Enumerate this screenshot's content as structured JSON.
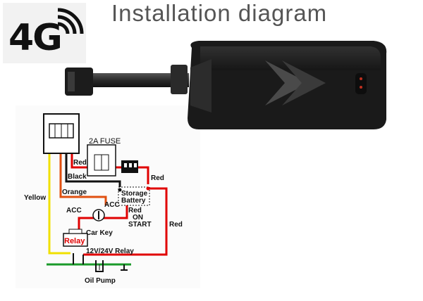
{
  "header": {
    "logo_text": "4G",
    "title": "Installation diagram"
  },
  "diagram": {
    "fuse_label": "2A FUSE",
    "wires": {
      "red_top": "Red",
      "black": "Black",
      "orange": "Orange",
      "yellow": "Yellow",
      "red_right": "Red",
      "red_far": "Red",
      "red_on": "Red"
    },
    "battery_label_1": "Storage",
    "battery_label_2": "Battery",
    "acc_label": "ACC",
    "acc_key_label": "ACC",
    "on_label": "ON",
    "start_label": "START",
    "car_key_label": "Car Key",
    "relay_label": "Relay",
    "relay_type_label": "12V/24V Relay",
    "oil_pump_label": "Oil Pump",
    "colors": {
      "red": "#e00000",
      "yellow": "#f0e000",
      "orange": "#e05010",
      "black": "#111111",
      "green": "#1a9a2a"
    }
  }
}
